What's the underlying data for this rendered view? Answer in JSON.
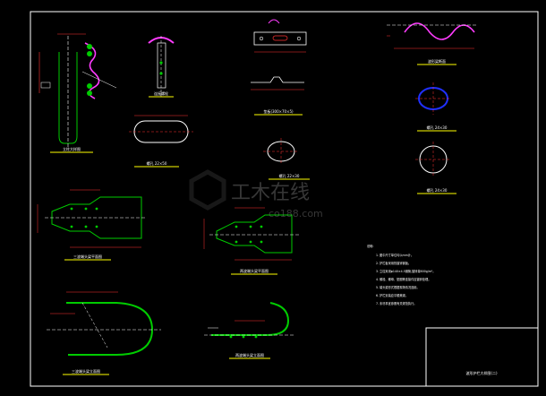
{
  "watermark": {
    "text": "工木在线",
    "url": "co188.com"
  },
  "views": {
    "column_section": {
      "caption": "立柱大样图"
    },
    "bolt_hole": {
      "caption": "连接螺栓"
    },
    "plate_top": {
      "caption": "垫板(300×70×5)"
    },
    "slot_oval_1": {
      "caption": "螺孔 22×50"
    },
    "slot_oval_2": {
      "caption": "螺孔 22×30"
    },
    "beam_wave": {
      "caption": "波形梁断面"
    },
    "hole_blue": {
      "caption": "螺孔 24×30"
    },
    "hole_round": {
      "caption": "螺孔 24×30"
    },
    "end_piece_1": {
      "caption": "三波端头梁平面图"
    },
    "end_piece_2": {
      "caption": "两波端头梁平面图"
    },
    "curve_1": {
      "caption": "三波端头梁立面图"
    },
    "curve_2": {
      "caption": "两波端头梁立面图"
    }
  },
  "notes": {
    "title": "说明:",
    "lines": [
      "1. 图中尺寸单位均以mm计。",
      "2. 护栏板采用热镀锌钢板。",
      "3. 立柱采用φ140×4.5钢管,镀锌量600g/m²。",
      "4. 螺栓、螺母、垫圈等连接件应镀锌处理。",
      "5. 端头梁形式根据现场情况选用。",
      "6. 护栏安装应平顺美观。",
      "7. 未尽事宜参照有关规范执行。"
    ]
  },
  "title_block": {
    "text": "波形护栏大样图(二)"
  },
  "colors": {
    "background": "#000000",
    "frame": "#ffffff",
    "profile": "#ff3cff",
    "steel": "#00cc00",
    "dimension": "#ff3333",
    "underline": "#ffff00",
    "hole_blue": "#2030ff",
    "text": "#ffffff"
  }
}
